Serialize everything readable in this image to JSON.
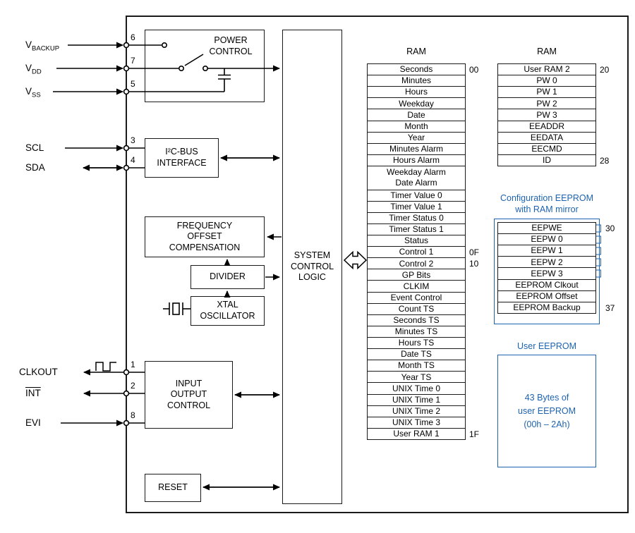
{
  "diagram": {
    "colors": {
      "accent_blue": "#1e63b0",
      "line": "#000000"
    },
    "icons": {
      "clock_waveform": "square-wave",
      "crystal": "quartz-crystal",
      "switch": "spdt-switch",
      "capacitor": "capacitor",
      "bus_arrow": "hollow-double-arrow"
    },
    "pins": [
      {
        "main": "V",
        "sub": "BACKUP",
        "number": "6"
      },
      {
        "main": "V",
        "sub": "DD",
        "number": "7"
      },
      {
        "main": "V",
        "sub": "SS",
        "number": "5"
      },
      {
        "main": "SCL",
        "number": "3"
      },
      {
        "main": "SDA",
        "number": "4"
      },
      {
        "main": "CLKOUT",
        "number": "1"
      },
      {
        "main": "INT",
        "number": "2"
      },
      {
        "main": "EVI",
        "number": "8"
      }
    ],
    "blocks": {
      "power_control": "POWER CONTROL",
      "i2c_interface": "I²C-BUS INTERFACE",
      "frequency_offset": "FREQUENCY OFFSET COMPENSATION",
      "divider": "DIVIDER",
      "xtal": "XTAL OSCILLATOR",
      "io_control": "INPUT OUTPUT CONTROL",
      "reset": "RESET",
      "system_control": "SYSTEM CONTROL LOGIC"
    },
    "ram_map_1": {
      "title": "RAM",
      "rows": [
        {
          "label": "Seconds",
          "addr": "00"
        },
        {
          "label": "Minutes"
        },
        {
          "label": "Hours"
        },
        {
          "label": "Weekday"
        },
        {
          "label": "Date"
        },
        {
          "label": "Month"
        },
        {
          "label": "Year"
        },
        {
          "label": "Minutes Alarm"
        },
        {
          "label": "Hours Alarm"
        },
        {
          "label": "Weekday Alarm\nDate Alarm",
          "cls": "tall"
        },
        {
          "label": "Timer Value 0"
        },
        {
          "label": "Timer Value 1"
        },
        {
          "label": "Timer Status 0"
        },
        {
          "label": "Timer Status 1"
        },
        {
          "label": "Status"
        },
        {
          "label": "Control 1",
          "addr": "0F"
        },
        {
          "label": "Control 2",
          "addr": "10"
        },
        {
          "label": "GP Bits"
        },
        {
          "label": "CLKIM"
        },
        {
          "label": "Event Control"
        },
        {
          "label": "Count TS"
        },
        {
          "label": "Seconds TS"
        },
        {
          "label": "Minutes TS"
        },
        {
          "label": "Hours TS"
        },
        {
          "label": "Date TS"
        },
        {
          "label": "Month TS"
        },
        {
          "label": "Year TS"
        },
        {
          "label": "UNIX Time 0"
        },
        {
          "label": "UNIX Time 1"
        },
        {
          "label": "UNIX Time 2"
        },
        {
          "label": "UNIX Time 3"
        },
        {
          "label": "User RAM 1",
          "addr": "1F"
        }
      ]
    },
    "ram_map_2": {
      "title": "RAM",
      "rows": [
        {
          "label": "User RAM 2",
          "addr": "20"
        },
        {
          "label": "PW 0"
        },
        {
          "label": "PW 1"
        },
        {
          "label": "PW 2"
        },
        {
          "label": "PW 3"
        },
        {
          "label": "EEADDR"
        },
        {
          "label": "EEDATA"
        },
        {
          "label": "EECMD"
        },
        {
          "label": "ID",
          "addr": "28"
        }
      ]
    },
    "config_eeprom": {
      "title_line1": "Configuration EEPROM",
      "title_line2": "with RAM mirror",
      "rows": [
        {
          "label": "EEPWE",
          "addr": "30",
          "cls": "br"
        },
        {
          "label": "EEPW 0",
          "cls": "br"
        },
        {
          "label": "EEPW 1",
          "cls": "br"
        },
        {
          "label": "EEPW 2",
          "cls": "br"
        },
        {
          "label": "EEPW 3",
          "cls": "br"
        },
        {
          "label": "EEPROM Clkout"
        },
        {
          "label": "EEPROM Offset"
        },
        {
          "label": "EEPROM Backup",
          "addr": "37"
        }
      ]
    },
    "user_eeprom": {
      "title": "User EEPROM",
      "body": "43 Bytes of\nuser EEPROM\n(00h – 2Ah)"
    }
  }
}
